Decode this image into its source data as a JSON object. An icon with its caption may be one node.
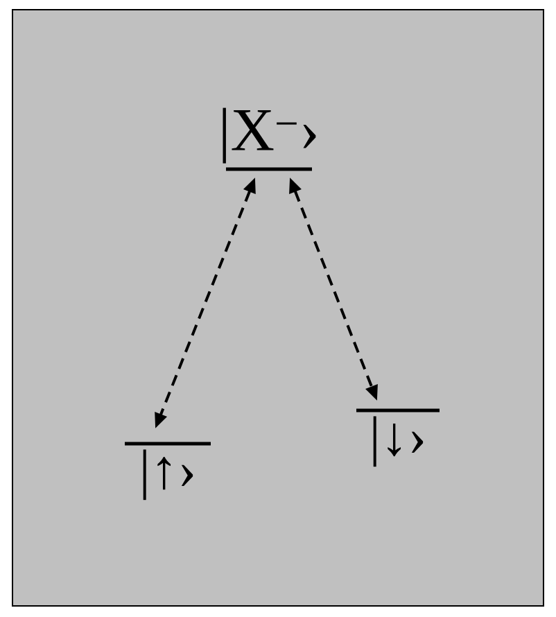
{
  "diagram": {
    "nodes": [
      {
        "text": [
          "|X$^{−}$›"
        ]
      },
      {
        "text": [
          "|↑›"
        ]
      },
      {
        "text": [
          "|↓›"
        ]
      }
    ],
    "edges": [
      {
        "from": 0,
        "to": 1,
        "arrow": "both",
        "style": "dashed"
      },
      {
        "from": 0,
        "to": 2,
        "arrow": "both",
        "style": "dashed"
      }
    ]
  }
}
